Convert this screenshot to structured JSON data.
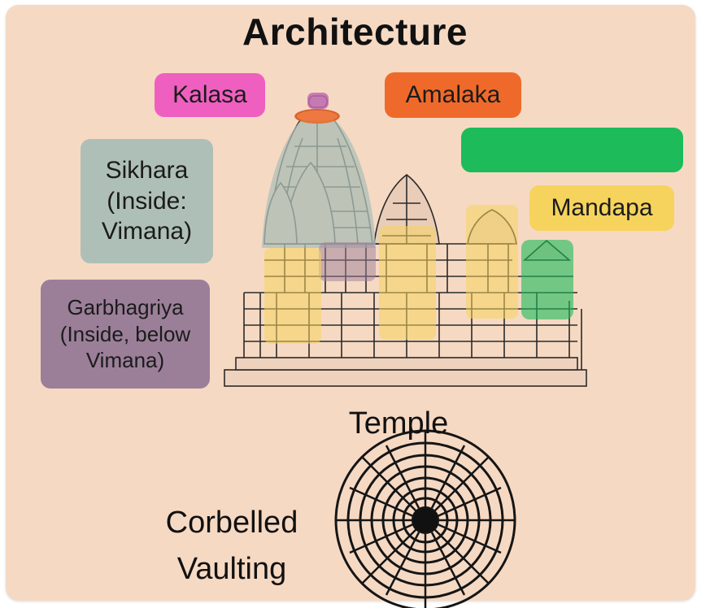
{
  "title": "Architecture",
  "labels": {
    "kalasa": "Kalasa",
    "amalaka": "Amalaka",
    "blank": "",
    "mandapa": "Mandapa",
    "sikhara": "Sikhara\n(Inside:\nVimana)",
    "garbhagriya": "Garbhagriya\n(Inside, below\nVimana)"
  },
  "captions": {
    "temple": "Temple",
    "corbelled": "Corbelled\nVaulting"
  },
  "colors": {
    "background": "#f6d9c3",
    "kalasa": "#ef5fc0",
    "amalaka": "#ef6a2a",
    "blank": "#1dbb5a",
    "mandapa": "#f6d35c",
    "sikhara": "#aebfb7",
    "garbhagriya": "#9b7f99"
  }
}
